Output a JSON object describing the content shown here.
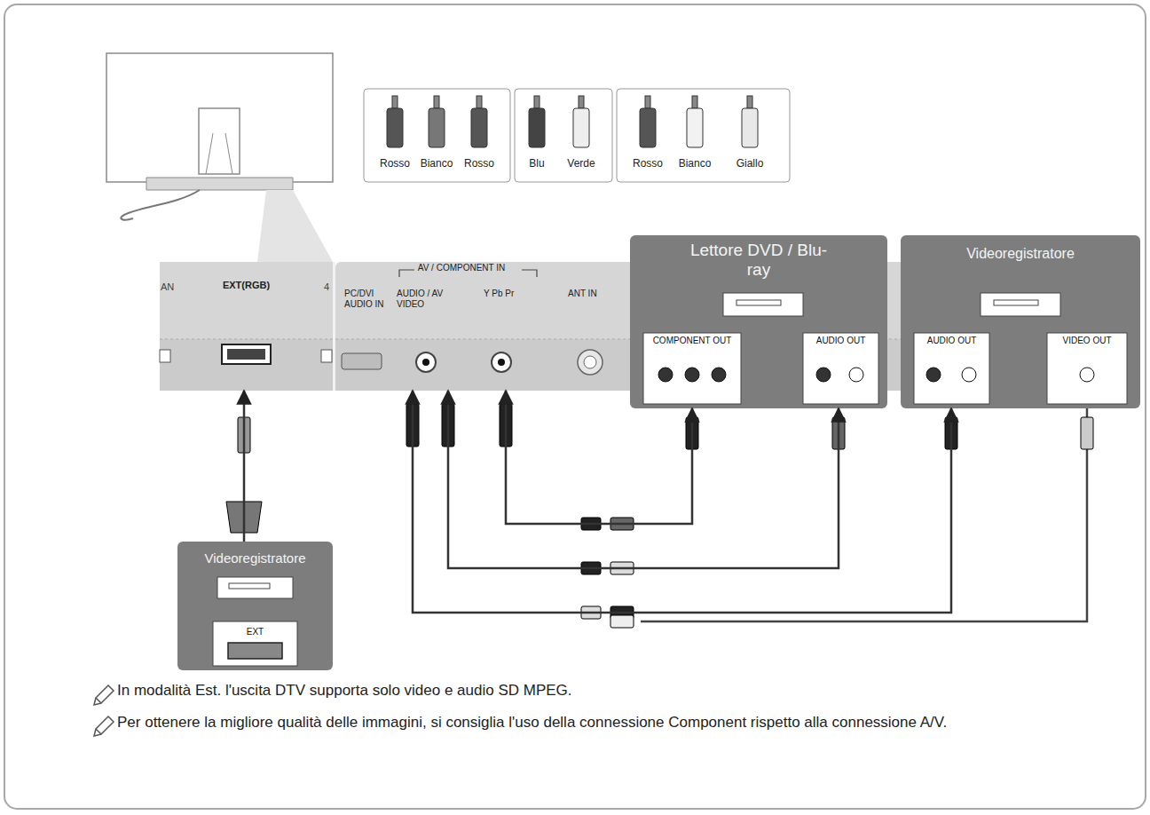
{
  "diagram": {
    "nodes": [
      {
        "text": [
          "Rosso",
          "Bianco",
          "Rosso"
        ]
      },
      {
        "text": [
          "Blu",
          "Verde"
        ]
      },
      {
        "text": [
          "Rosso",
          "Bianco",
          "Giallo"
        ]
      },
      {
        "text": [
          "EXT(RGB)",
          "PC/DVI AUDIO IN",
          "AV / COMPONENT IN",
          "AUDIO / AV VIDEO",
          "Y Pb Pr",
          "ANT IN"
        ]
      },
      {
        "text": [
          "Lettore DVD / Blu-ray",
          "COMPONENT OUT",
          "AUDIO OUT"
        ]
      },
      {
        "text": [
          "Videoregistratore",
          "AUDIO OUT",
          "VIDEO OUT"
        ]
      },
      {
        "text": [
          "Videoregistratore",
          "EXT"
        ]
      }
    ],
    "edges": [
      {
        "from": 6,
        "to": 3,
        "arrow": "to"
      },
      {
        "from": 4,
        "to": 3,
        "arrow": "both"
      },
      {
        "from": 4,
        "to": 3,
        "arrow": "both"
      },
      {
        "from": 5,
        "to": 3,
        "arrow": "both"
      }
    ],
    "labels": [
      "AN",
      "4",
      "In modalità Est. l'uscita DTV supporta solo video e audio SD MPEG.",
      "Per ottenere la migliore qualità delle immagini, si consiglia l'uso della connessione Component rispetto alla connessione A/V."
    ]
  }
}
